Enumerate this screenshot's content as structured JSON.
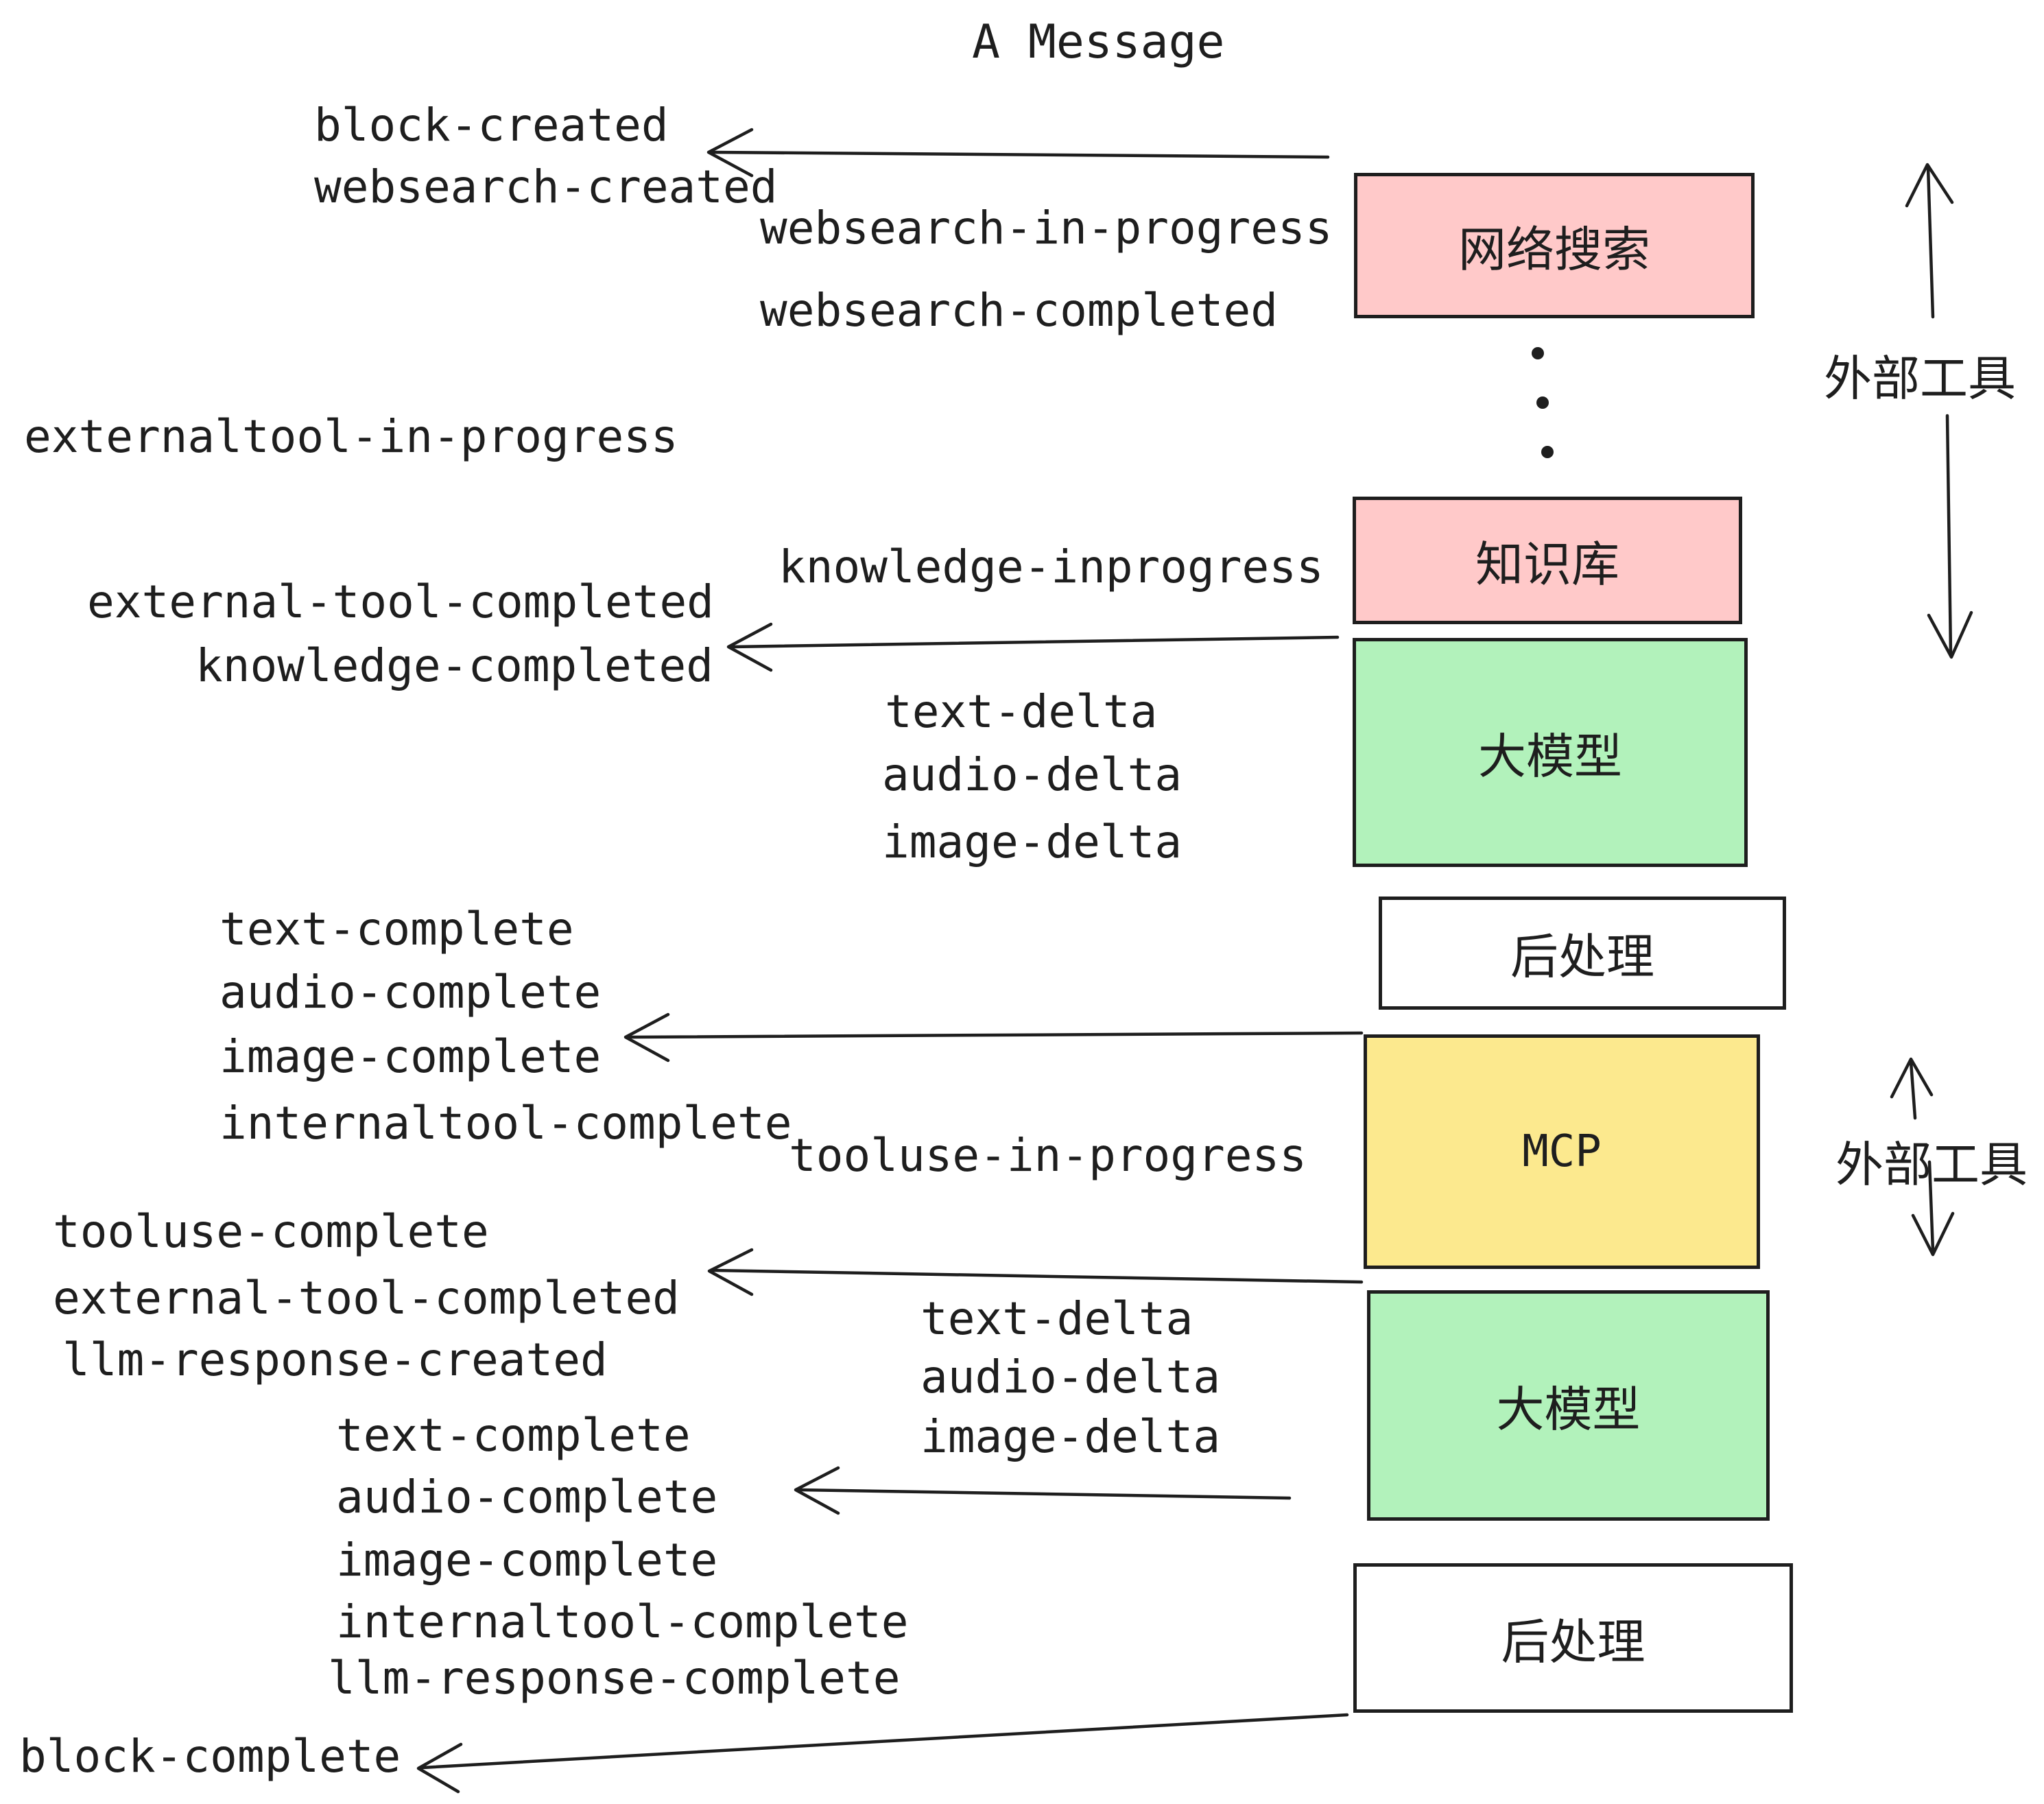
{
  "title": "A Message",
  "colors": {
    "ink": "#1e1e1e",
    "pink": "#ffc9c9",
    "green": "#b2f2bb",
    "yellow": "#fce98e",
    "white": "#ffffff",
    "background": "#ffffff"
  },
  "events": {
    "block_created": "block-created",
    "websearch_created": "websearch-created",
    "websearch_in_progress": "websearch-in-progress",
    "websearch_completed": "websearch-completed",
    "externaltool_in_progress": "externaltool-in-progress",
    "knowledge_inprogress": "knowledge-inprogress",
    "external_tool_completed_1": "external-tool-completed",
    "knowledge_completed": "knowledge-completed",
    "text_delta_1": "text-delta",
    "audio_delta_1": "audio-delta",
    "image_delta_1": "image-delta",
    "text_complete_1": "text-complete",
    "audio_complete_1": "audio-complete",
    "image_complete_1": "image-complete",
    "internaltool_complete_1": "internaltool-complete",
    "tooluse_in_progress": "tooluse-in-progress",
    "tooluse_complete": "tooluse-complete",
    "external_tool_completed_2": "external-tool-completed",
    "llm_response_created": "llm-response-created",
    "text_delta_2": "text-delta",
    "audio_delta_2": "audio-delta",
    "image_delta_2": "image-delta",
    "text_complete_2": "text-complete",
    "audio_complete_2": "audio-complete",
    "image_complete_2": "image-complete",
    "internaltool_complete_2": "internaltool-complete",
    "llm_response_complete": "llm-response-complete",
    "block_complete": "block-complete"
  },
  "boxes": {
    "websearch": "网络搜索",
    "knowledge": "知识库",
    "llm1": "大模型",
    "post1": "后处理",
    "mcp": "MCP",
    "llm2": "大模型",
    "post2": "后处理"
  },
  "annotations": {
    "external_tools_1": "外部工具",
    "external_tools_2": "外部工具"
  }
}
